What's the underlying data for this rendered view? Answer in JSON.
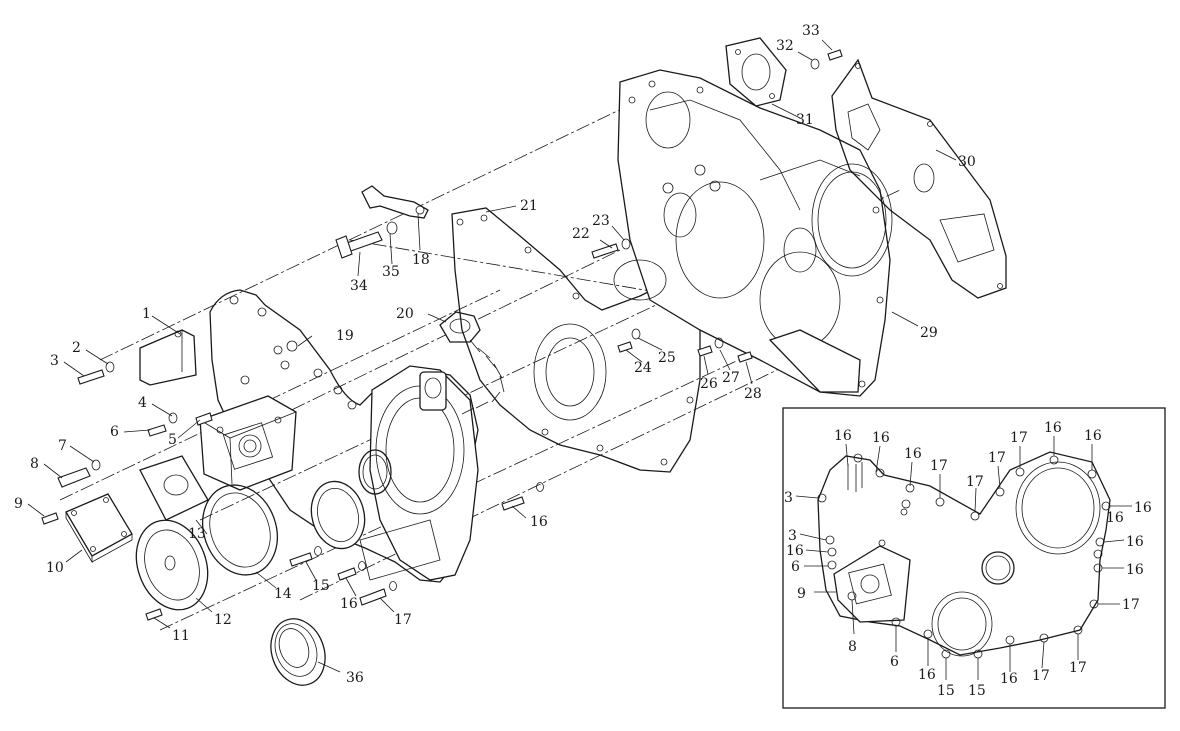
{
  "main_callouts": [
    {
      "id": "c1",
      "text": "1"
    },
    {
      "id": "c2",
      "text": "2"
    },
    {
      "id": "c3",
      "text": "3"
    },
    {
      "id": "c4",
      "text": "4"
    },
    {
      "id": "c5",
      "text": "5"
    },
    {
      "id": "c6",
      "text": "6"
    },
    {
      "id": "c7",
      "text": "7"
    },
    {
      "id": "c8",
      "text": "8"
    },
    {
      "id": "c9",
      "text": "9"
    },
    {
      "id": "c10",
      "text": "10"
    },
    {
      "id": "c11",
      "text": "11"
    },
    {
      "id": "c12",
      "text": "12"
    },
    {
      "id": "c13",
      "text": "13"
    },
    {
      "id": "c14",
      "text": "14"
    },
    {
      "id": "c15",
      "text": "15"
    },
    {
      "id": "c16a",
      "text": "16"
    },
    {
      "id": "c16b",
      "text": "16"
    },
    {
      "id": "c17",
      "text": "17"
    },
    {
      "id": "c18",
      "text": "18"
    },
    {
      "id": "c19",
      "text": "19"
    },
    {
      "id": "c20",
      "text": "20"
    },
    {
      "id": "c21",
      "text": "21"
    },
    {
      "id": "c22",
      "text": "22"
    },
    {
      "id": "c23",
      "text": "23"
    },
    {
      "id": "c24",
      "text": "24"
    },
    {
      "id": "c25",
      "text": "25"
    },
    {
      "id": "c26",
      "text": "26"
    },
    {
      "id": "c27",
      "text": "27"
    },
    {
      "id": "c28",
      "text": "28"
    },
    {
      "id": "c29",
      "text": "29"
    },
    {
      "id": "c30",
      "text": "30"
    },
    {
      "id": "c31",
      "text": "31"
    },
    {
      "id": "c32",
      "text": "32"
    },
    {
      "id": "c33",
      "text": "33"
    },
    {
      "id": "c34",
      "text": "34"
    },
    {
      "id": "c35",
      "text": "35"
    },
    {
      "id": "c36",
      "text": "36"
    }
  ],
  "inset_callouts": [
    {
      "id": "i16a",
      "text": "16"
    },
    {
      "id": "i16b",
      "text": "16"
    },
    {
      "id": "i16c",
      "text": "16"
    },
    {
      "id": "i17a",
      "text": "17"
    },
    {
      "id": "i17b",
      "text": "17"
    },
    {
      "id": "i17c",
      "text": "17"
    },
    {
      "id": "i17d",
      "text": "17"
    },
    {
      "id": "i16d",
      "text": "16"
    },
    {
      "id": "i16e",
      "text": "16"
    },
    {
      "id": "i16f",
      "text": "16"
    },
    {
      "id": "i3a",
      "text": "3"
    },
    {
      "id": "i3b",
      "text": "3"
    },
    {
      "id": "i16g",
      "text": "16"
    },
    {
      "id": "i6a",
      "text": "6"
    },
    {
      "id": "i9",
      "text": "9"
    },
    {
      "id": "i8",
      "text": "8"
    },
    {
      "id": "i6b",
      "text": "6"
    },
    {
      "id": "i16h",
      "text": "16"
    },
    {
      "id": "i15a",
      "text": "15"
    },
    {
      "id": "i15b",
      "text": "15"
    },
    {
      "id": "i16i",
      "text": "16"
    },
    {
      "id": "i17e",
      "text": "17"
    },
    {
      "id": "i17f",
      "text": "17"
    },
    {
      "id": "i16j",
      "text": "16"
    },
    {
      "id": "i16k",
      "text": "16"
    },
    {
      "id": "i16l",
      "text": "16"
    },
    {
      "id": "i17g",
      "text": "17"
    }
  ],
  "colors": {
    "line": "#1a1a1a",
    "background": "#ffffff"
  }
}
